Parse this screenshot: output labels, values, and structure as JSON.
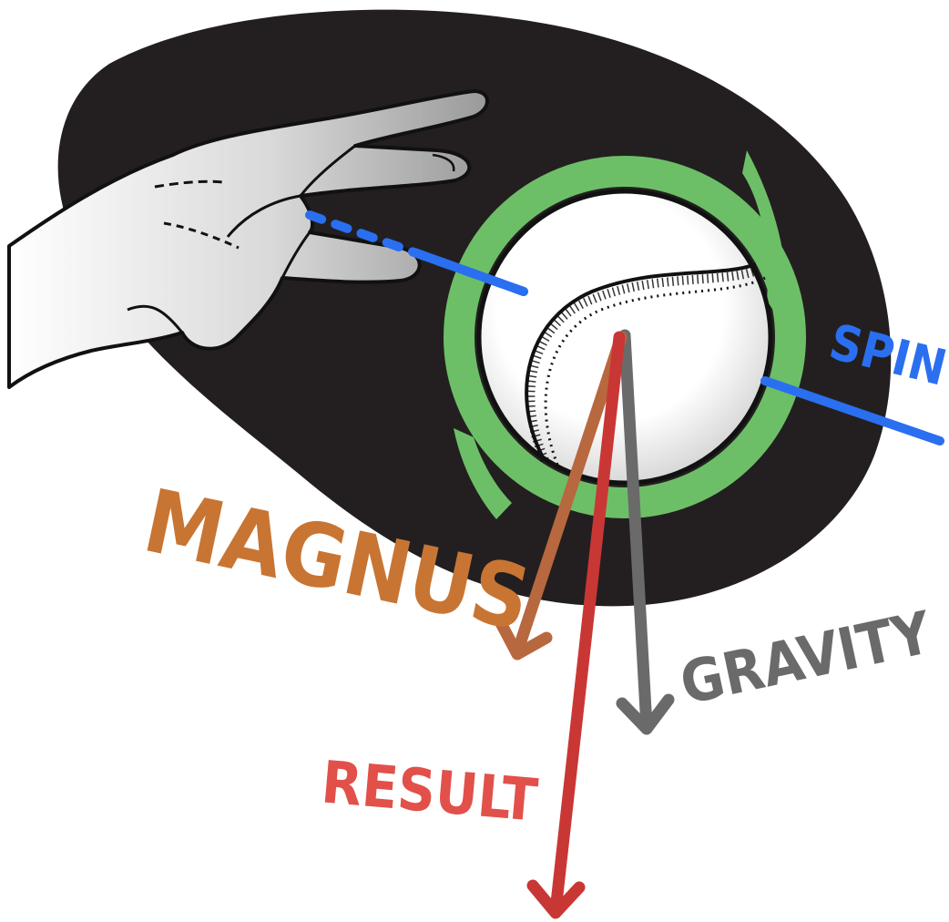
{
  "labels": {
    "spin": "SPIN",
    "magnus": "MAGNUS",
    "gravity": "GRAVITY",
    "result": "RESULT"
  },
  "colors": {
    "blob": "#231f20",
    "ring": "#6dbf67",
    "spin": "#2a6ff0",
    "magnus": "#c87533",
    "magnus_arrow": "#b8683f",
    "gravity": "#6a6a6a",
    "result": "#e2504a",
    "result_arrow": "#c93734",
    "hand": "#d8d8d8",
    "ball": "#ffffff"
  },
  "icons": {
    "hand": "pitcher-hand-icon",
    "ball": "baseball-icon"
  }
}
